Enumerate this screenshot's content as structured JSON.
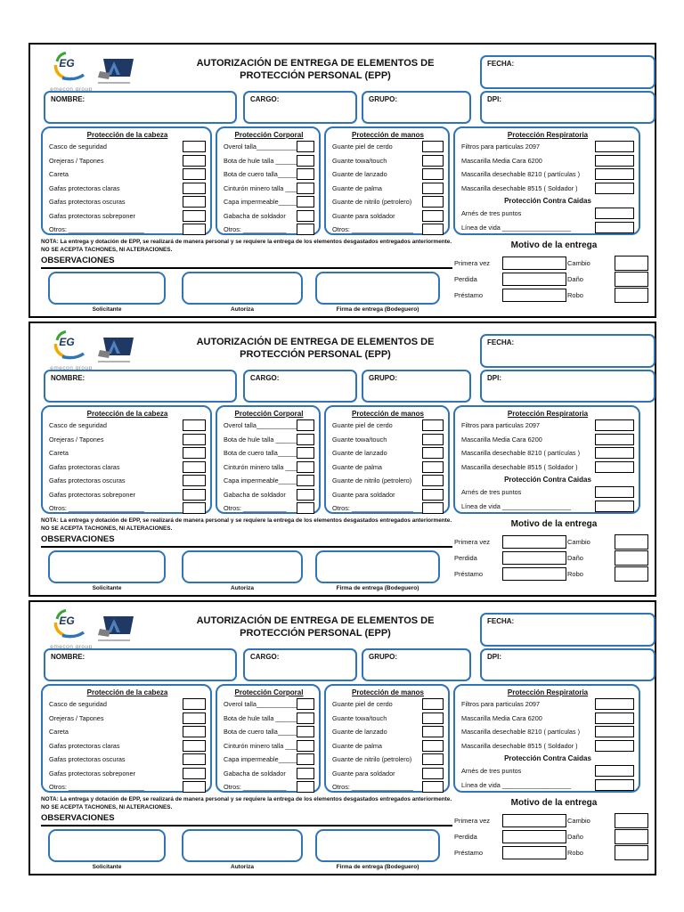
{
  "form": {
    "logo": {
      "initials": "EG",
      "company": "emecon group"
    },
    "title_line1": "AUTORIZACIÓN DE ENTREGA DE ELEMENTOS DE",
    "title_line2": "PROTECCIÓN PERSONAL (EPP)",
    "labels": {
      "fecha": "FECHA:",
      "nombre": "NOMBRE:",
      "cargo": "CARGO:",
      "grupo": "GRUPO:",
      "dpi": "DPI:"
    },
    "columns": [
      {
        "title": "Protección de la cabeza",
        "items": [
          "Casco de seguridad",
          "Orejeras / Tapones",
          "Careta",
          "Gafas protectoras claras",
          "Gafas protectoras oscuras",
          "Gafas protectoras sobreponer",
          "Otros: _____________________"
        ]
      },
      {
        "title": "Protección Corporal",
        "items": [
          "Overol talla____________",
          "Bota de hule talla ________",
          "Bota de cuero talla________",
          "Cinturón minero talla ______",
          "Capa impermeable_________",
          "Gabacha de soldador",
          "Otros: ____________"
        ]
      },
      {
        "title": "Protección de manos",
        "items": [
          "Guante piel de cerdo",
          "Guante towa/touch",
          "Guante de lanzado",
          "Guante de palma",
          "Guante de nitrilo (petrolero)",
          "Guante para soldador",
          "Otros: _________________"
        ]
      },
      {
        "title": "Protección Respiratoria",
        "items": [
          "Filtros para particulas 2097",
          "Mascarilla Media Cara 6200",
          "Mascarilla desechable  8210 ( partículas )",
          "Mascarilla desechable  8515 ( Soldador )"
        ],
        "subtitle": "Protección Contra Caidas",
        "fall_items": [
          "Arnés de tres puntos",
          "Línea de vida ___________________"
        ]
      }
    ],
    "nota": "NOTA: La entrega y dotación de EPP, se realizará de manera personal y se requiere la entrega de los elementos desgastados entregados anteriormente. NO SE ACEPTA TACHONES, NI ALTERACIONES.",
    "observaciones": "OBSERVACIONES",
    "signatures": [
      "Solicitante",
      "Autoriza",
      "Firma de entrega (Bodeguero)"
    ],
    "motivo": {
      "title": "Motivo de la entrega",
      "rows": [
        {
          "left": "Primera vez",
          "right": "Cambio"
        },
        {
          "left": "Perdida",
          "right": "Daño"
        },
        {
          "left": "Préstamo",
          "right": "Robo"
        }
      ]
    }
  }
}
